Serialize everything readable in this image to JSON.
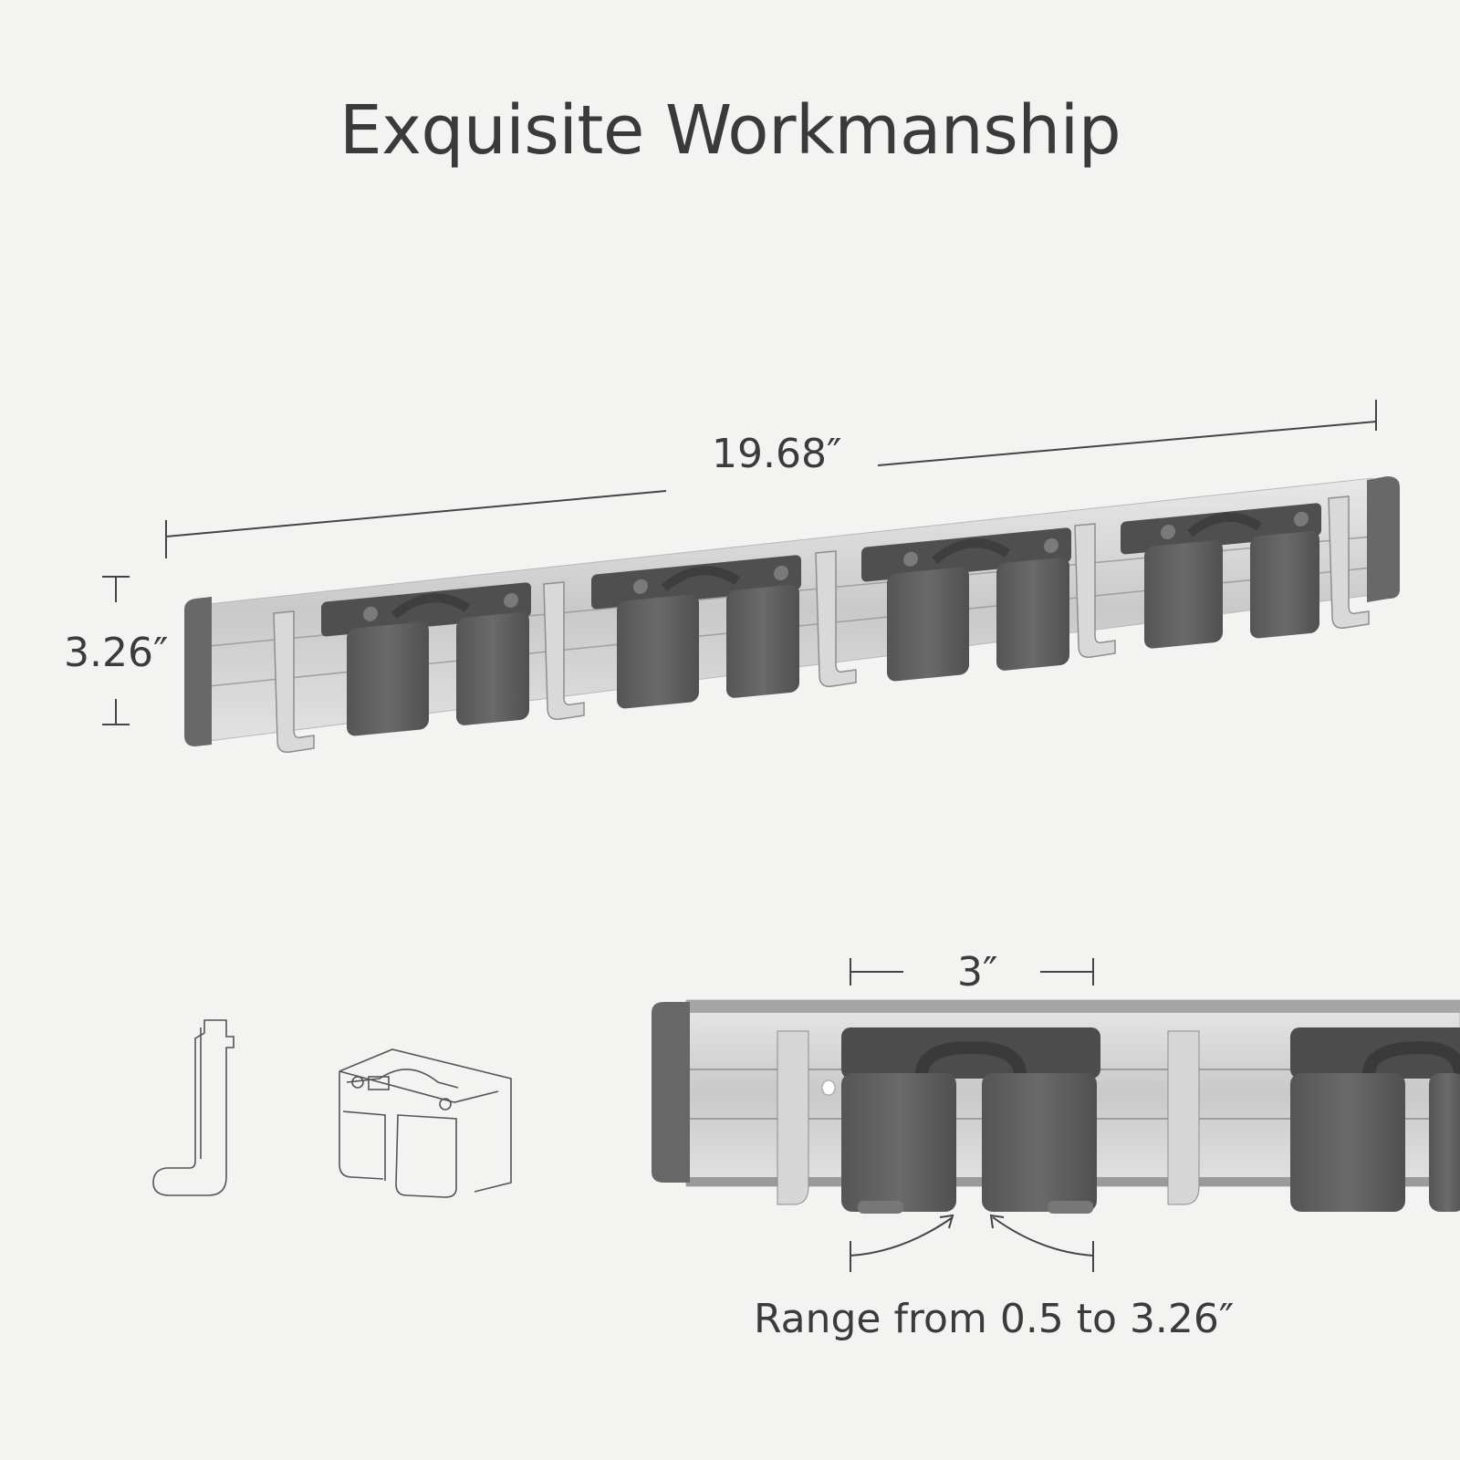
{
  "title": "Exquisite Workmanship",
  "dimensions": {
    "length": "19.68″",
    "height": "3.26″",
    "gap": "3″"
  },
  "range_caption": "Range from 0.5 to 3.26″",
  "colors": {
    "background": "#f3f3f2",
    "rail_dark": "#6b6b6b",
    "clamp": "#5f5f60",
    "steel": "#cfcfcf",
    "text": "#3b3b3b"
  },
  "icons": [
    "hook-outline-icon",
    "clamp-outline-icon"
  ]
}
